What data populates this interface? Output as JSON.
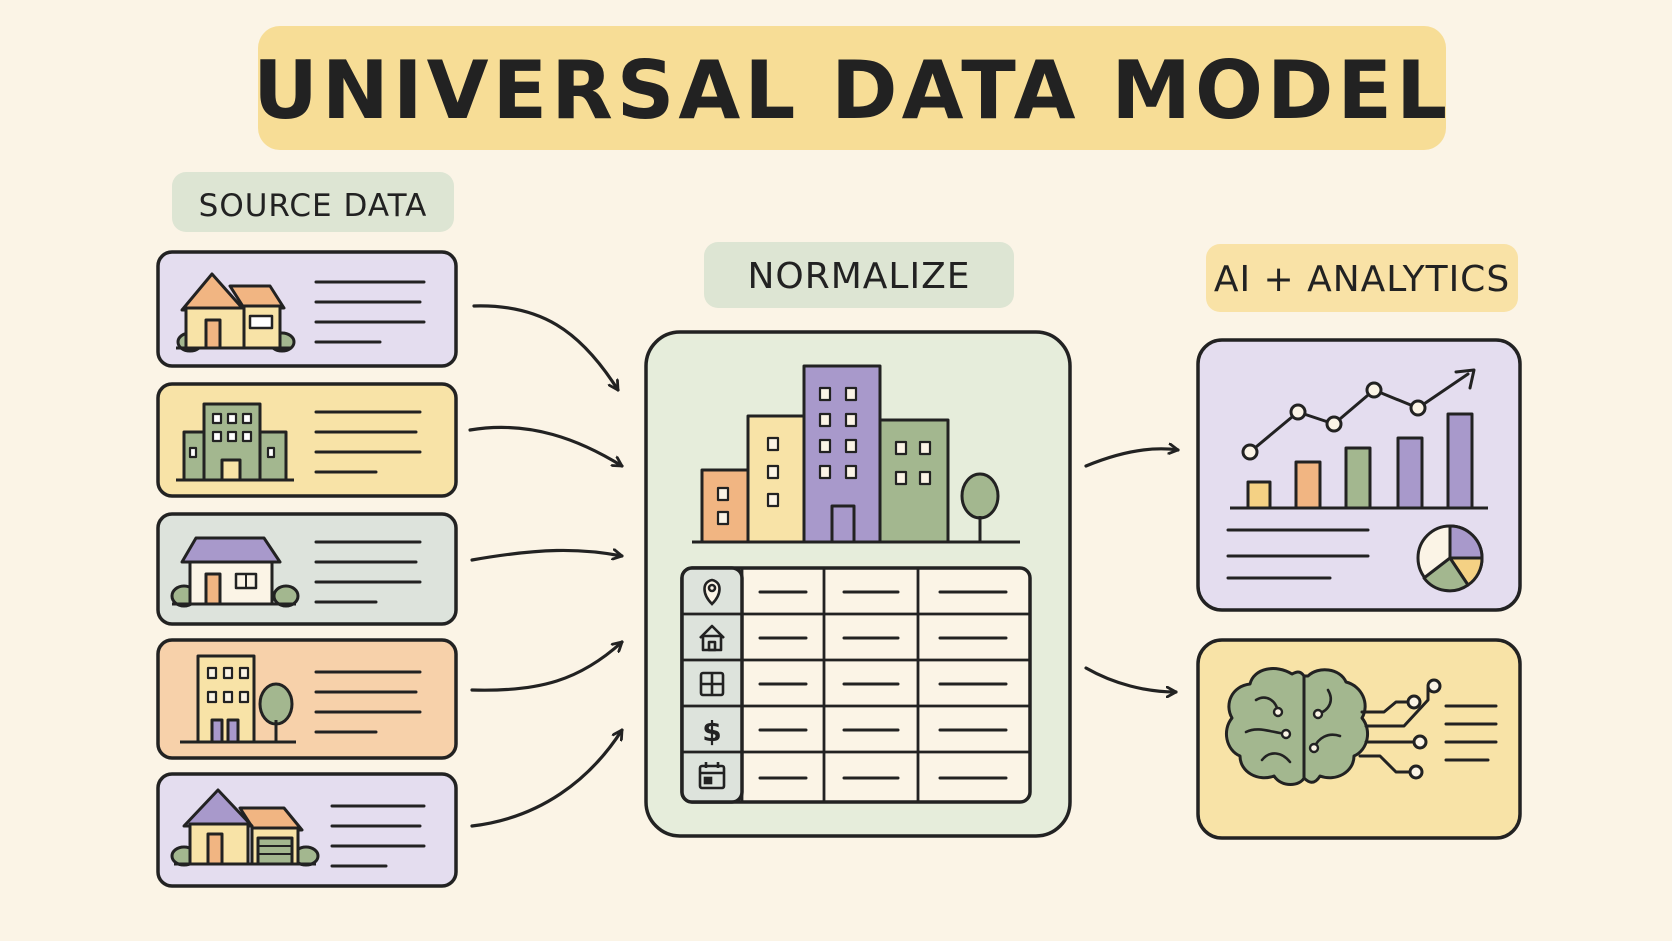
{
  "title": "UNIVERSAL DATA MODEL",
  "sections": {
    "source": {
      "label": "SOURCE DATA"
    },
    "normalize": {
      "label": "NORMALIZE"
    },
    "ai": {
      "label": "AI + ANALYTICS"
    }
  },
  "source_cards": [
    {
      "kind": "house",
      "color": "#e4ddef"
    },
    {
      "kind": "apartment",
      "color": "#f8e3a7"
    },
    {
      "kind": "cottage",
      "color": "#dde3dc"
    },
    {
      "kind": "tower",
      "color": "#f7d1aa"
    },
    {
      "kind": "house-garage",
      "color": "#e4ddef"
    }
  ],
  "table_row_icons": [
    "location-pin-icon",
    "home-icon",
    "floorplan-icon",
    "dollar-icon",
    "calendar-icon"
  ],
  "table_row_glyphs": {
    "dollar": "$"
  },
  "colors": {
    "background": "#fbf4e6",
    "title_bg": "#f7dd96",
    "label_green": "#dde5d3",
    "label_yellow": "#f9e2a6",
    "normalize_bg": "#e6eddb",
    "analytics_bg": "#e4ddef",
    "brain_bg": "#f8e3a7",
    "stroke": "#222222",
    "purple": "#a899cb",
    "green": "#a3b78f",
    "orange": "#f1b582",
    "yellow": "#f4d184"
  }
}
